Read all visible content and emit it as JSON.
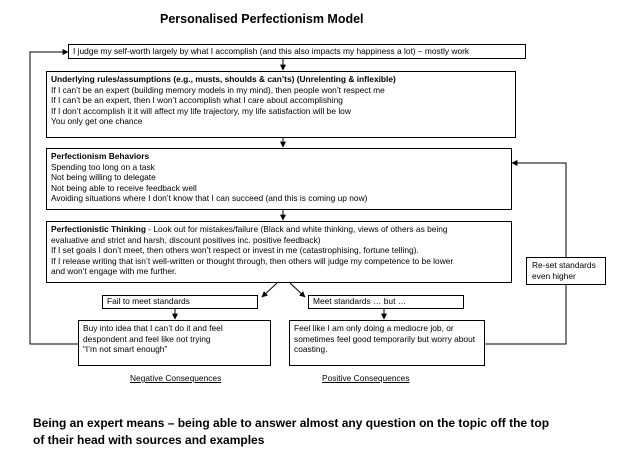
{
  "title": "Personalised Perfectionism Model",
  "self_worth": "I judge my self-worth largely by what I accomplish (and this also impacts my happiness a lot) – mostly work",
  "rules": {
    "heading": "Underlying rules/assumptions (e.g., musts, shoulds & can’ts) (Unrelenting & inflexible)",
    "lines": [
      "If I can’t be an expert (building memory models in my mind), then people won’t respect me",
      "If I can’t be an expert, then I won’t accomplish what I care about accomplishing",
      "If I don’t accomplish it it will affect my life trajectory, my life satisfaction will be low",
      "You only get one chance"
    ]
  },
  "behaviors": {
    "heading": "Perfectionism Behaviors",
    "lines": [
      "Spending too long on a task",
      "Not being willing to delegate",
      "Not being able to receive feedback well",
      "Avoiding situations where I don’t know that I can succeed (and this is coming up now)"
    ]
  },
  "thinking": {
    "heading": "Perfectionistic Thinking",
    "heading_rest": " - Look out for mistakes/failure (Black and white thinking, views of others as being",
    "lines": [
      "evaluative and strict and harsh, discount positives inc. positive feedback)",
      "If I set goals I don’t meet, then others won’t respect or invest in me (catastrophising, fortune telling).",
      "If I release writing that isn’t well-written or thought through, then others will judge my competence to be lower",
      "and won’t engage with me further."
    ]
  },
  "fail": "Fail to meet standards",
  "meet": "Meet standards … but …",
  "negative": {
    "lines": [
      "Buy into idea that I can’t do it and feel",
      "despondent and feel like not trying",
      "“I’m not smart enough”"
    ],
    "label": "Negative Consequences"
  },
  "positive": {
    "lines": [
      "Feel like I am only doing a mediocre job, or",
      "sometimes feel good temporarily but worry about",
      "coasting."
    ],
    "label": "Positive Consequences"
  },
  "reset": {
    "lines": [
      "Re-set standards",
      "even higher"
    ]
  },
  "footnote": {
    "lines": [
      "Being an expert means – being able to answer almost any question on the topic off the top",
      "of their head with sources and examples"
    ]
  }
}
